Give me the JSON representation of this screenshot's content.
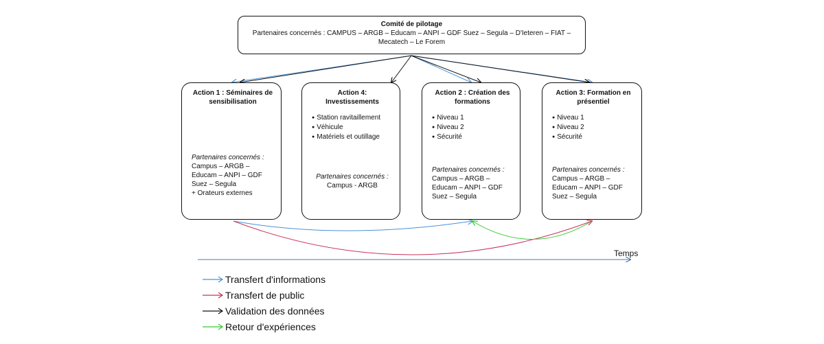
{
  "committee": {
    "title": "Comité de pilotage",
    "partners": "Partenaires concernés : CAMPUS – ARGB – Educam – ANPI – GDF Suez – Segula – D'Ieteren – FIAT – Mecatech – Le Forem"
  },
  "actions": {
    "a1": {
      "title": "Action 1 : Séminaires de sensibilisation",
      "items": [],
      "partners_label": "Partenaires concernés :",
      "partners": [
        "Campus – ARGB –",
        "Educam – ANPI – GDF",
        "Suez – Segula",
        "+ Orateurs externes"
      ]
    },
    "a4": {
      "title": "Action 4: Investissements",
      "items": [
        "Station ravitaillement",
        "Véhicule",
        "Matériels et outillage"
      ],
      "partners_label": "Partenaires concernés :",
      "partners": [
        "Campus - ARGB"
      ]
    },
    "a2": {
      "title": "Action 2 : Création des formations",
      "items": [
        "Niveau 1",
        "Niveau 2",
        "Sécurité"
      ],
      "partners_label": "Partenaires concernés :",
      "partners": [
        "Campus – ARGB –",
        "Educam – ANPI – GDF",
        "Suez – Segula"
      ]
    },
    "a3": {
      "title": "Action 3: Formation en présentiel",
      "items": [
        "Niveau 1",
        "Niveau 2",
        "Sécurité"
      ],
      "partners_label": "Partenaires concernés :",
      "partners": [
        "Campus – ARGB –",
        "Educam – ANPI – GDF",
        "Suez – Segula"
      ]
    }
  },
  "timeline_label": "Temps",
  "legend": [
    {
      "label": "Transfert d'informations",
      "color": "#4a90d9",
      "icon": "arrow"
    },
    {
      "label": "Transfert de public",
      "color": "#c8325a",
      "icon": "arrow"
    },
    {
      "label": "Validation des données",
      "color": "#111111",
      "icon": "arrow"
    },
    {
      "label": "Retour d'expériences",
      "color": "#33cc33",
      "icon": "arrow"
    }
  ]
}
